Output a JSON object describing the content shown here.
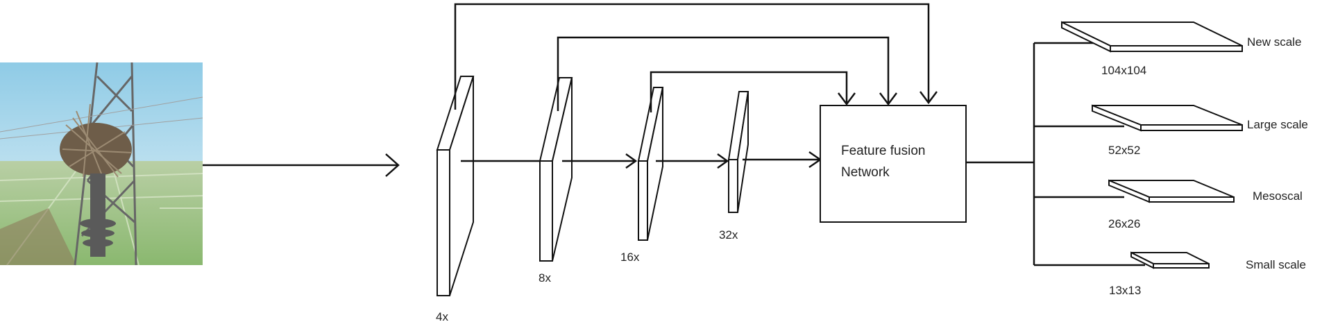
{
  "diagram": {
    "stages": [
      {
        "id": "stage-4x",
        "label": "4x"
      },
      {
        "id": "stage-8x",
        "label": "8x"
      },
      {
        "id": "stage-16x",
        "label": "16x"
      },
      {
        "id": "stage-32x",
        "label": "32x"
      }
    ],
    "fusion": {
      "line1": "Feature fusion",
      "line2": "Network"
    },
    "outputs": [
      {
        "id": "new",
        "name": "New scale",
        "size": "104x104"
      },
      {
        "id": "large",
        "name": "Large scale",
        "size": "52x52"
      },
      {
        "id": "meso",
        "name": "Mesoscal",
        "size": "26x26"
      },
      {
        "id": "small",
        "name": "Small scale",
        "size": "13x13"
      }
    ]
  },
  "colors": {
    "stroke": "#111111",
    "sky": "#a9d8ec",
    "field": "#7fb36a",
    "tower": "#6f6f6f",
    "nest": "#7a6a55"
  }
}
